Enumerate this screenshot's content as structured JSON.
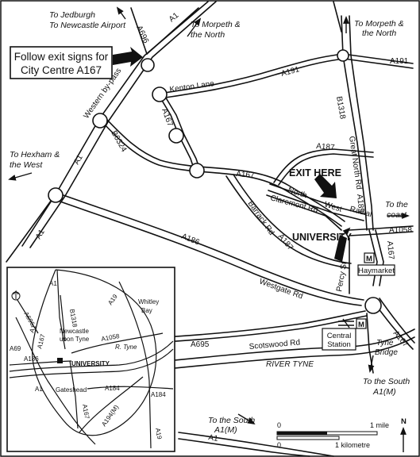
{
  "callout": {
    "line1": "Follow exit signs for",
    "line2": "City Centre A167"
  },
  "destinations": {
    "jedburgh": "To Jedburgh",
    "airport": "To Newcastle Airport",
    "morpeth1_a": "To Morpeth &",
    "morpeth1_b": "the North",
    "morpeth2_a": "To Morpeth &",
    "morpeth2_b": "the North",
    "hexham_a": "To Hexham &",
    "hexham_b": "the West",
    "coast_a": "To the",
    "coast_b": "coast",
    "south1_a": "To the South",
    "south1_b": "A1(M)",
    "south2_a": "To the South",
    "south2_b": "A1(M)"
  },
  "roads": {
    "a696": "A696",
    "a1_top": "A1",
    "western_bypass": "Western by-pass",
    "kenton_lane": "Kenton Lane",
    "a191": "A191",
    "a167_north": "A167",
    "b6324": "B6324",
    "b1318": "B1318",
    "great_north_rd": "Great North Rd",
    "a189": "A189",
    "a187": "A187",
    "a167_mid": "A167",
    "a1_west": "A1",
    "a1_west2": "A1",
    "north": "North",
    "west": "West",
    "claremont": "Claremont Rd",
    "radial": "Radial",
    "barrack": "Barrack Rd",
    "a187_barrack": "A187",
    "a1058": "A1058",
    "percy": "Percy St",
    "a167_east": "A167",
    "a186": "A186",
    "westgate": "Westgate Rd",
    "a695": "A695",
    "scotswood": "Scotswood Rd",
    "river_tyne": "RIVER TYNE",
    "tyne_bridge_a": "Tyne",
    "tyne_bridge_b": "Bridge",
    "a167_se": "A167",
    "a1_bottom": "A1"
  },
  "labels": {
    "exit_here": "EXIT HERE",
    "university": "UNIVERSITY",
    "haymarket": "Haymarket",
    "metro": "M",
    "metro2": "M",
    "central_a": "Central",
    "central_b": "Station"
  },
  "scale": {
    "zero_top": "0",
    "mile": "1 mile",
    "zero_bottom": "0",
    "kilometre": "1 kilometre",
    "north": "N"
  },
  "inset": {
    "a696": "A696",
    "a1_north": "A1",
    "b1318": "B1318",
    "a19_north": "A19",
    "whitley_a": "Whitley",
    "whitley_b": "Bay",
    "a1_w": "A1",
    "a167": "A167",
    "newcastle_a": "Newcastle",
    "newcastle_b": "upon Tyne",
    "a1058": "A1058",
    "a69": "A69",
    "a186": "A186",
    "r_tyne": "R. Tyne",
    "university": "UNIVERSITY",
    "a1_sw": "A1",
    "gateshead": "Gateshead",
    "a184_a": "A184",
    "a184_b": "A184",
    "a167_s": "A167",
    "a194m": "A194(M)",
    "a19_south": "A19"
  }
}
